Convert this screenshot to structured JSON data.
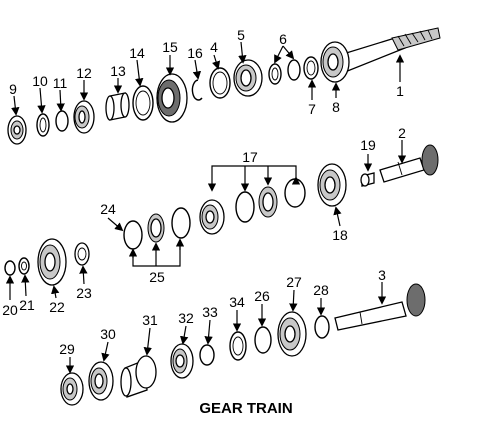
{
  "title": "GEAR TRAIN",
  "callouts": [
    "1",
    "2",
    "3",
    "4",
    "5",
    "6",
    "7",
    "8",
    "9",
    "10",
    "11",
    "12",
    "13",
    "14",
    "15",
    "16",
    "17",
    "18",
    "19",
    "20",
    "21",
    "22",
    "23",
    "24",
    "25",
    "26",
    "27",
    "28",
    "29",
    "30",
    "31",
    "32",
    "33",
    "34"
  ]
}
